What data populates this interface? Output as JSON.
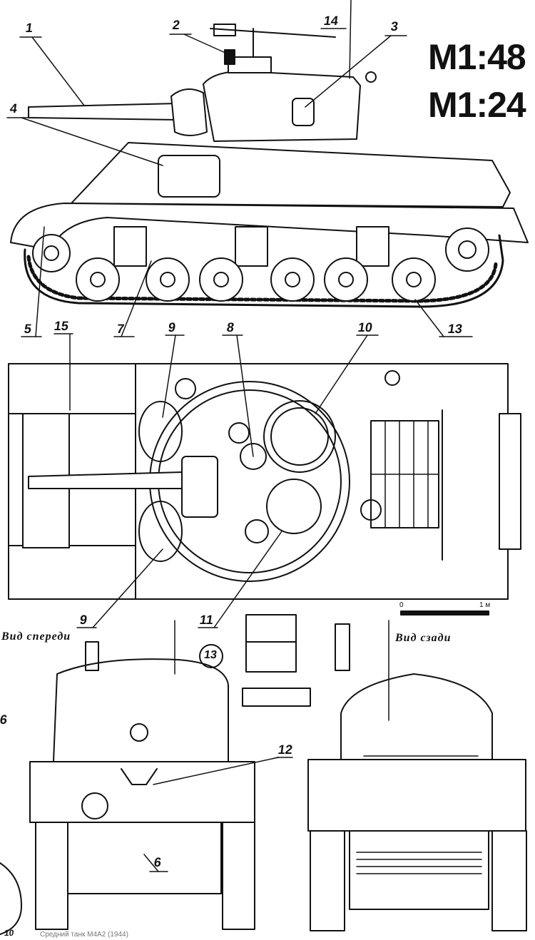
{
  "scales": [
    "M1:48",
    "M1:24"
  ],
  "callouts": [
    "1",
    "2",
    "3",
    "4",
    "5",
    "6",
    "7",
    "8",
    "9",
    "10",
    "11",
    "12",
    "13",
    "14",
    "15"
  ],
  "view_labels": {
    "front": "Вид спереди",
    "rear": "Вид сзади"
  },
  "scale_bar": {
    "start": "0",
    "end": "1 м"
  },
  "detail_marker": "13",
  "edge_number_left": "6",
  "page_number": "10",
  "caption": "Средний танк M4A2 (1944)"
}
